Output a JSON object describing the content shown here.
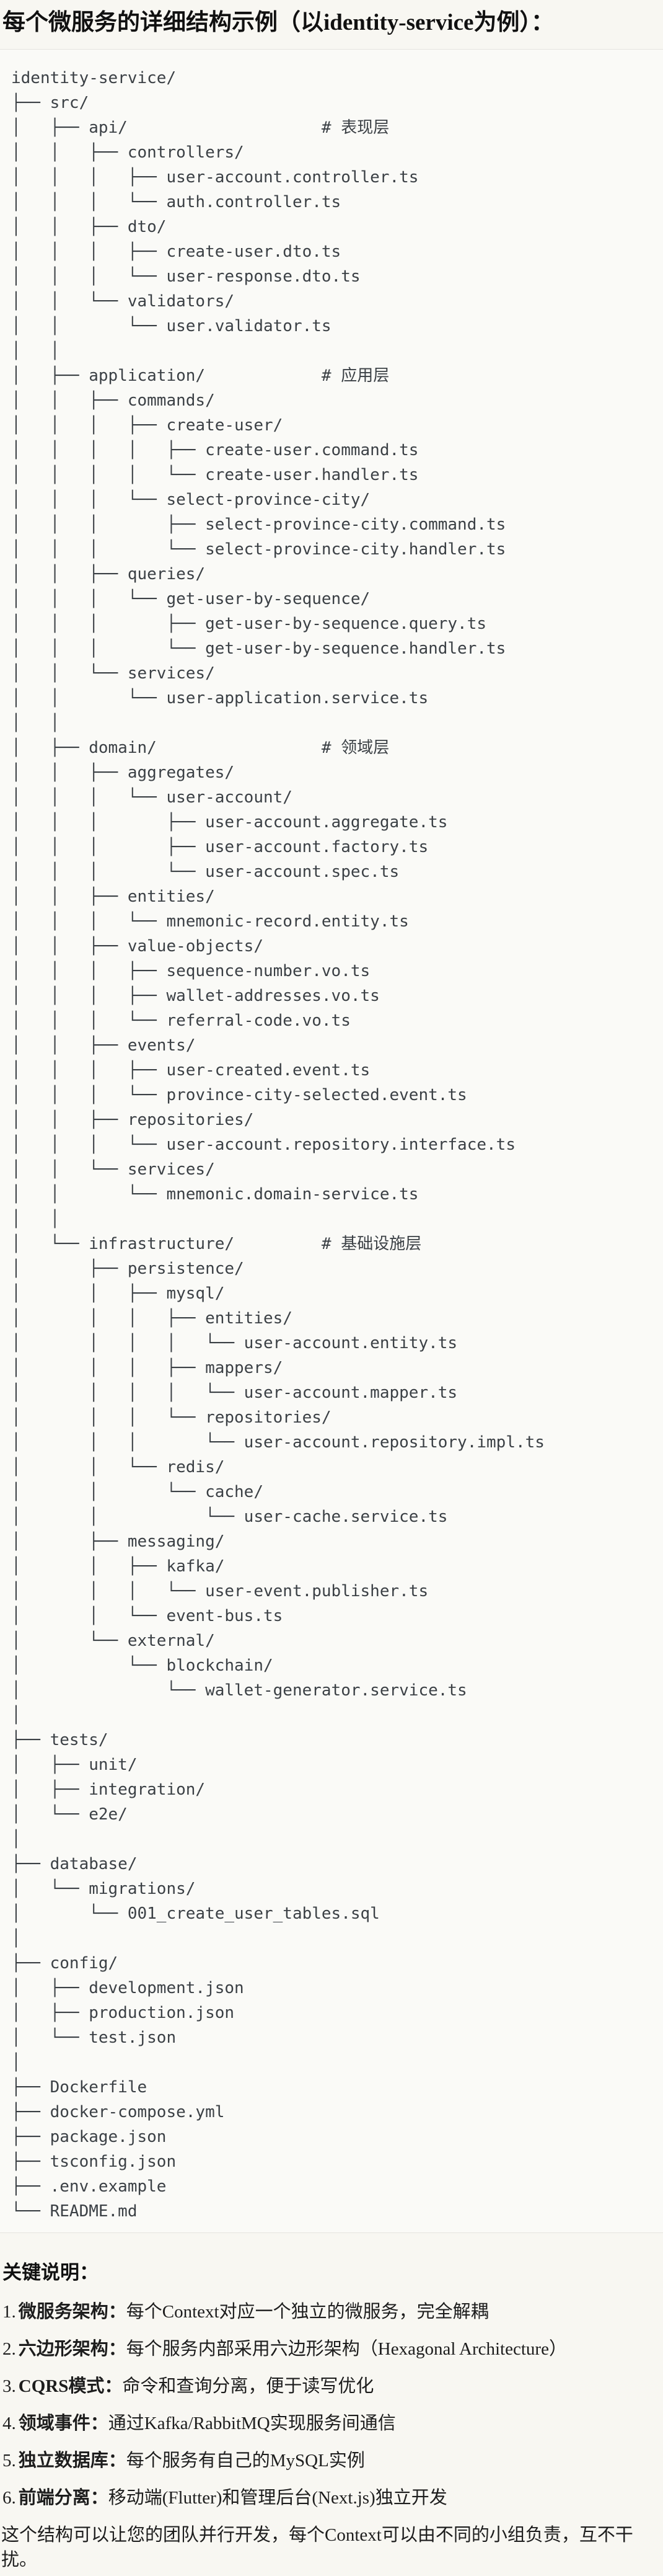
{
  "title": "每个微服务的详细结构示例（以identity-service为例）：",
  "tree_lines": [
    "identity-service/",
    "├── src/",
    "│   ├── api/                    # 表现层",
    "│   │   ├── controllers/",
    "│   │   │   ├── user-account.controller.ts",
    "│   │   │   └── auth.controller.ts",
    "│   │   ├── dto/",
    "│   │   │   ├── create-user.dto.ts",
    "│   │   │   └── user-response.dto.ts",
    "│   │   └── validators/",
    "│   │       └── user.validator.ts",
    "│   │",
    "│   ├── application/            # 应用层",
    "│   │   ├── commands/",
    "│   │   │   ├── create-user/",
    "│   │   │   │   ├── create-user.command.ts",
    "│   │   │   │   └── create-user.handler.ts",
    "│   │   │   └── select-province-city/",
    "│   │   │       ├── select-province-city.command.ts",
    "│   │   │       └── select-province-city.handler.ts",
    "│   │   ├── queries/",
    "│   │   │   └── get-user-by-sequence/",
    "│   │   │       ├── get-user-by-sequence.query.ts",
    "│   │   │       └── get-user-by-sequence.handler.ts",
    "│   │   └── services/",
    "│   │       └── user-application.service.ts",
    "│   │",
    "│   ├── domain/                 # 领域层",
    "│   │   ├── aggregates/",
    "│   │   │   └── user-account/",
    "│   │   │       ├── user-account.aggregate.ts",
    "│   │   │       ├── user-account.factory.ts",
    "│   │   │       └── user-account.spec.ts",
    "│   │   ├── entities/",
    "│   │   │   └── mnemonic-record.entity.ts",
    "│   │   ├── value-objects/",
    "│   │   │   ├── sequence-number.vo.ts",
    "│   │   │   ├── wallet-addresses.vo.ts",
    "│   │   │   └── referral-code.vo.ts",
    "│   │   ├── events/",
    "│   │   │   ├── user-created.event.ts",
    "│   │   │   └── province-city-selected.event.ts",
    "│   │   ├── repositories/",
    "│   │   │   └── user-account.repository.interface.ts",
    "│   │   └── services/",
    "│   │       └── mnemonic.domain-service.ts",
    "│   │",
    "│   └── infrastructure/         # 基础设施层",
    "│       ├── persistence/",
    "│       │   ├── mysql/",
    "│       │   │   ├── entities/",
    "│       │   │   │   └── user-account.entity.ts",
    "│       │   │   ├── mappers/",
    "│       │   │   │   └── user-account.mapper.ts",
    "│       │   │   └── repositories/",
    "│       │   │       └── user-account.repository.impl.ts",
    "│       │   └── redis/",
    "│       │       └── cache/",
    "│       │           └── user-cache.service.ts",
    "│       ├── messaging/",
    "│       │   ├── kafka/",
    "│       │   │   └── user-event.publisher.ts",
    "│       │   └── event-bus.ts",
    "│       └── external/",
    "│           └── blockchain/",
    "│               └── wallet-generator.service.ts",
    "│",
    "├── tests/",
    "│   ├── unit/",
    "│   ├── integration/",
    "│   └── e2e/",
    "│",
    "├── database/",
    "│   └── migrations/",
    "│       └── 001_create_user_tables.sql",
    "│",
    "├── config/",
    "│   ├── development.json",
    "│   ├── production.json",
    "│   └── test.json",
    "│",
    "├── Dockerfile",
    "├── docker-compose.yml",
    "├── package.json",
    "├── tsconfig.json",
    "├── .env.example",
    "└── README.md"
  ],
  "notes": {
    "heading": "关键说明：",
    "items": [
      {
        "num": "1.",
        "label": "微服务架构：",
        "desc": "每个Context对应一个独立的微服务，完全解耦"
      },
      {
        "num": "2.",
        "label": "六边形架构：",
        "desc": "每个服务内部采用六边形架构（Hexagonal Architecture）"
      },
      {
        "num": "3.",
        "label": "CQRS模式：",
        "desc": "命令和查询分离，便于读写优化"
      },
      {
        "num": "4.",
        "label": "领域事件：",
        "desc": "通过Kafka/RabbitMQ实现服务间通信"
      },
      {
        "num": "5.",
        "label": "独立数据库：",
        "desc": "每个服务有自己的MySQL实例"
      },
      {
        "num": "6.",
        "label": "前端分离：",
        "desc": "移动端(Flutter)和管理后台(Next.js)独立开发"
      }
    ],
    "footer": "这个结构可以让您的团队并行开发，每个Context可以由不同的小组负责，互不干扰。"
  }
}
